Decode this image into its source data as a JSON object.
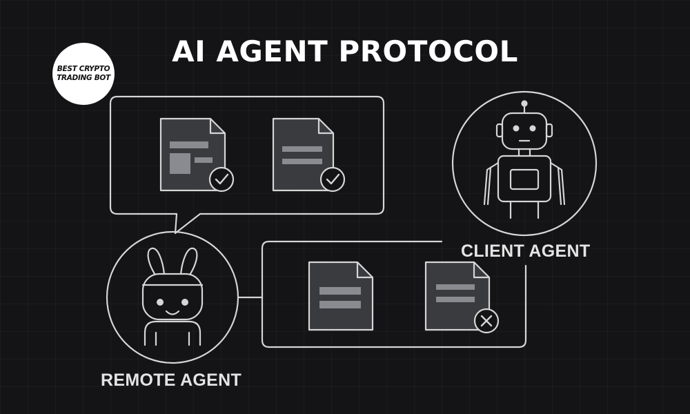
{
  "title": "AI AGENT PROTOCOL",
  "logo": {
    "line1": "BEST CRYPTO",
    "line2": "TRADING BOT"
  },
  "agents": {
    "client": {
      "label": "CLIENT AGENT",
      "icon": "robot-icon"
    },
    "remote": {
      "label": "REMOTE AGENT",
      "icon": "bunny-robot-icon"
    }
  },
  "message_bubble": {
    "documents": [
      {
        "icon": "layout-document-icon",
        "status": "check"
      },
      {
        "icon": "text-document-icon",
        "status": "check"
      }
    ]
  },
  "response_panel": {
    "documents": [
      {
        "icon": "text-document-icon",
        "status": "none"
      },
      {
        "icon": "text-document-icon",
        "status": "cross"
      }
    ]
  },
  "colors": {
    "background": "#141416",
    "line": "#d6d6d6",
    "document_fill": "#3a3b3f",
    "document_block": "#8a8b90",
    "text": "#ffffff"
  }
}
